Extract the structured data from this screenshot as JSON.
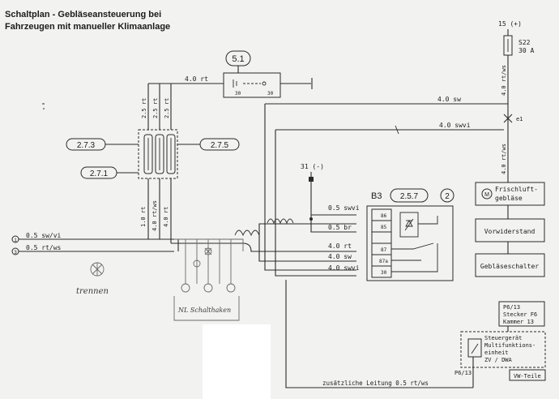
{
  "title": {
    "line1": "Schaltplan - Gebläseansteuerung bei",
    "line2": "Fahrzeugen mit manueller Klimaanlage"
  },
  "refs": {
    "r51": "5.1",
    "r273": "2.7.3",
    "r275": "2.7.5",
    "r271": "2.7.1",
    "r257": "2.5.7",
    "r2": "2"
  },
  "labels": {
    "top15": "15 (+)",
    "s22": "S22",
    "s22amp": "30 A",
    "w40rt_top": "4.0 rt",
    "n30a": "30",
    "n30b": "30",
    "fuse1": "2.5 rt",
    "fuse2": "2.5 rt",
    "fuse3": "2.5 rt",
    "v1": "1.0 rt",
    "v2": "4.0 rt/ws",
    "v3": "4.0 rt",
    "sw": "4.0 sw",
    "swvi": "4.0 swvi",
    "rtws_top": "4.0 rt/ws",
    "rtws_mid": "4.0 rt/ws",
    "e1": "e1",
    "ground31": "31 (-)",
    "relay": "B3",
    "p86": "86",
    "p85": "85",
    "p87": "87",
    "p87a": "87a",
    "p30": "30",
    "w05swvi": "0.5 swvi",
    "w05br": "0.5 br",
    "w40rt": "4.0 rt",
    "w40sw": "4.0 sw",
    "w40swvi": "4.0 swvi",
    "in1": "0.5 sw/vi",
    "in2": "0.5 rt/ws",
    "c1": "1",
    "c2": "3",
    "frisch1": "Frischluft-",
    "frisch2": "gebläse",
    "vorwider": "Vorwiderstand",
    "schalter": "Gebläseschalter",
    "p6_1": "P6/13",
    "p6_2": "Stecker F6",
    "p6_3": "Kammer 13",
    "sg1": "Steuergerät",
    "sg2": "Multifunktions-",
    "sg3": "einheit",
    "sg4": "ZV / DWA",
    "p613": "P6/13",
    "zusatz": "zusätzliche Leitung 0.5 rt/ws",
    "vwteile": "VW-Teile",
    "hw_trennen": "trennen",
    "hw_nl": "NL Schalthaken"
  },
  "colors": {
    "paper": "#f2f2f0",
    "ink": "#2a2a2a",
    "pencil": "#6a6a6a"
  }
}
